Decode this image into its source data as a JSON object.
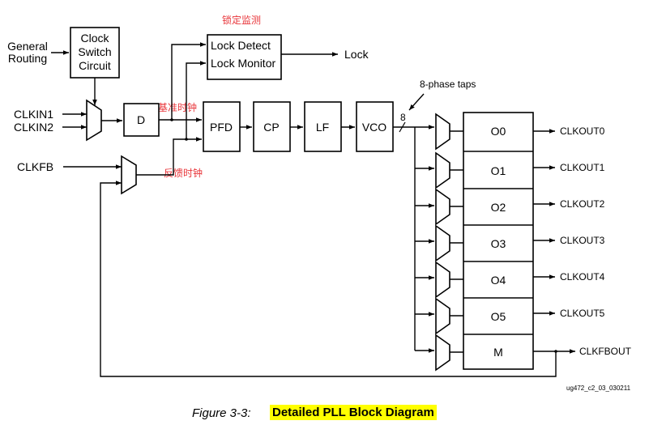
{
  "annotations": {
    "lock_monitor_cn": "锁定监测",
    "reference_clock_cn": "基准时钟",
    "feedback_clock_cn": "反馈时钟"
  },
  "inputs": {
    "general_routing_line1": "General",
    "general_routing_line2": "Routing",
    "clkin1": "CLKIN1",
    "clkin2": "CLKIN2",
    "clkfb": "CLKFB"
  },
  "blocks": {
    "clock_switch_line1": "Clock",
    "clock_switch_line2": "Switch",
    "clock_switch_line3": "Circuit",
    "divider": "D",
    "pfd": "PFD",
    "cp": "CP",
    "lf": "LF",
    "vco": "VCO",
    "lock_detect": "Lock Detect",
    "lock_monitor": "Lock Monitor"
  },
  "signals": {
    "lock": "Lock",
    "phase_taps": "8-phase taps",
    "bus_width": "8"
  },
  "counters": [
    "O0",
    "O1",
    "O2",
    "O3",
    "O4",
    "O5",
    "M"
  ],
  "outputs": [
    "CLKOUT0",
    "CLKOUT1",
    "CLKOUT2",
    "CLKOUT3",
    "CLKOUT4",
    "CLKOUT5",
    "CLKFBOUT"
  ],
  "footer": {
    "doc_id": "ug472_c2_03_030211",
    "figure_label": "Figure 3-3:",
    "figure_title": "Detailed PLL Block Diagram"
  },
  "colors": {
    "annotation": "#e8353a",
    "highlight": "#ffff00",
    "line": "#000000"
  }
}
